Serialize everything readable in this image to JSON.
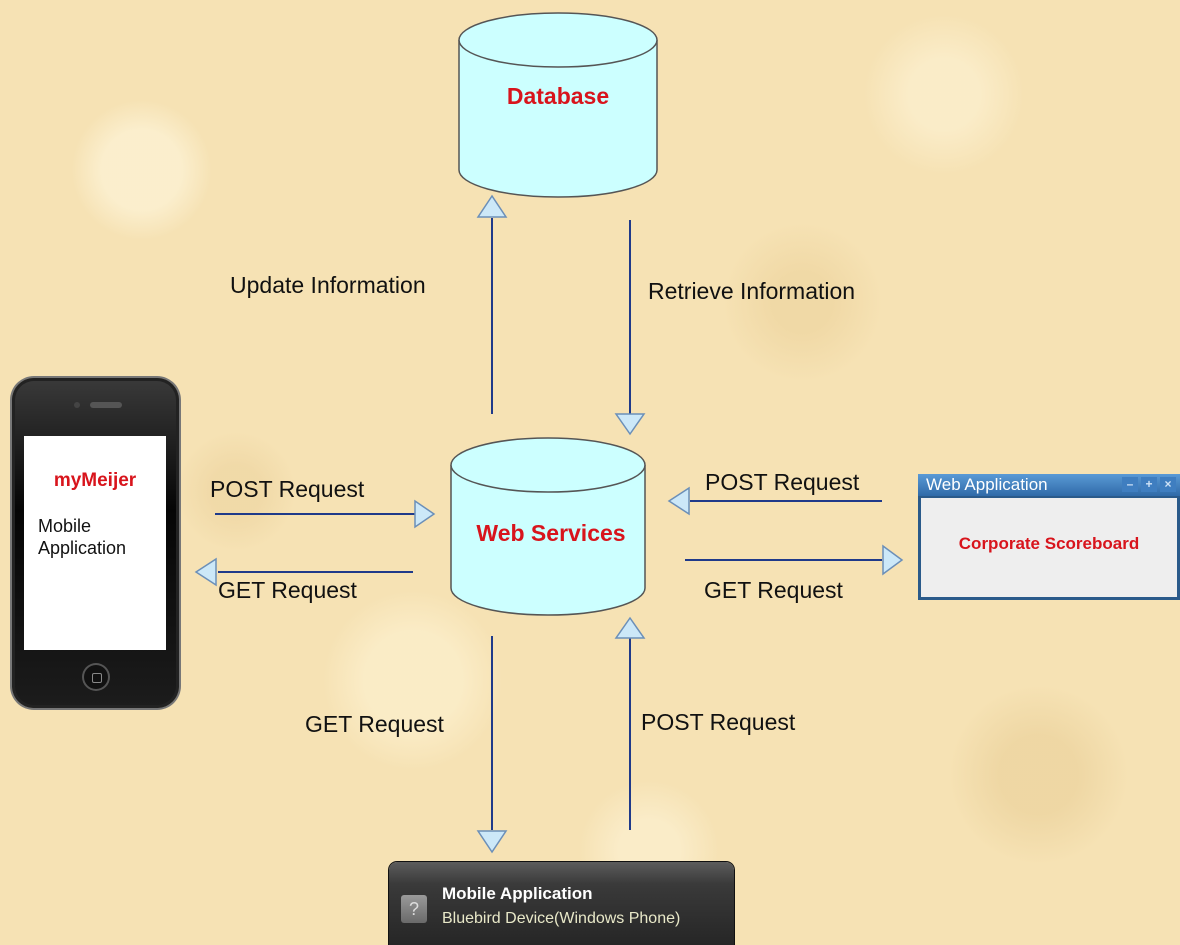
{
  "nodes": {
    "database": "Database",
    "web_services": "Web Services",
    "phone_brand": "myMeijer",
    "phone_desc": "Mobile Application",
    "webapp_title": "Web Application",
    "webapp_body": "Corporate Scoreboard",
    "bluebird_title": "Mobile Application",
    "bluebird_subtitle": "Bluebird Device(Windows Phone)"
  },
  "edges": {
    "update_info": "Update Information",
    "retrieve_info": "Retrieve Information",
    "phone_post": "POST Request",
    "phone_get": "GET Request",
    "webapp_post": "POST Request",
    "webapp_get": "GET Request",
    "bottom_get": "GET Request",
    "bottom_post": "POST Request"
  },
  "colors": {
    "accent_red": "#d8141c",
    "cylinder_fill": "#ccffff",
    "arrow_line": "#1f3a8a",
    "arrow_head_fill": "#cce8f8"
  },
  "window_buttons": [
    "–",
    "+",
    "×"
  ]
}
